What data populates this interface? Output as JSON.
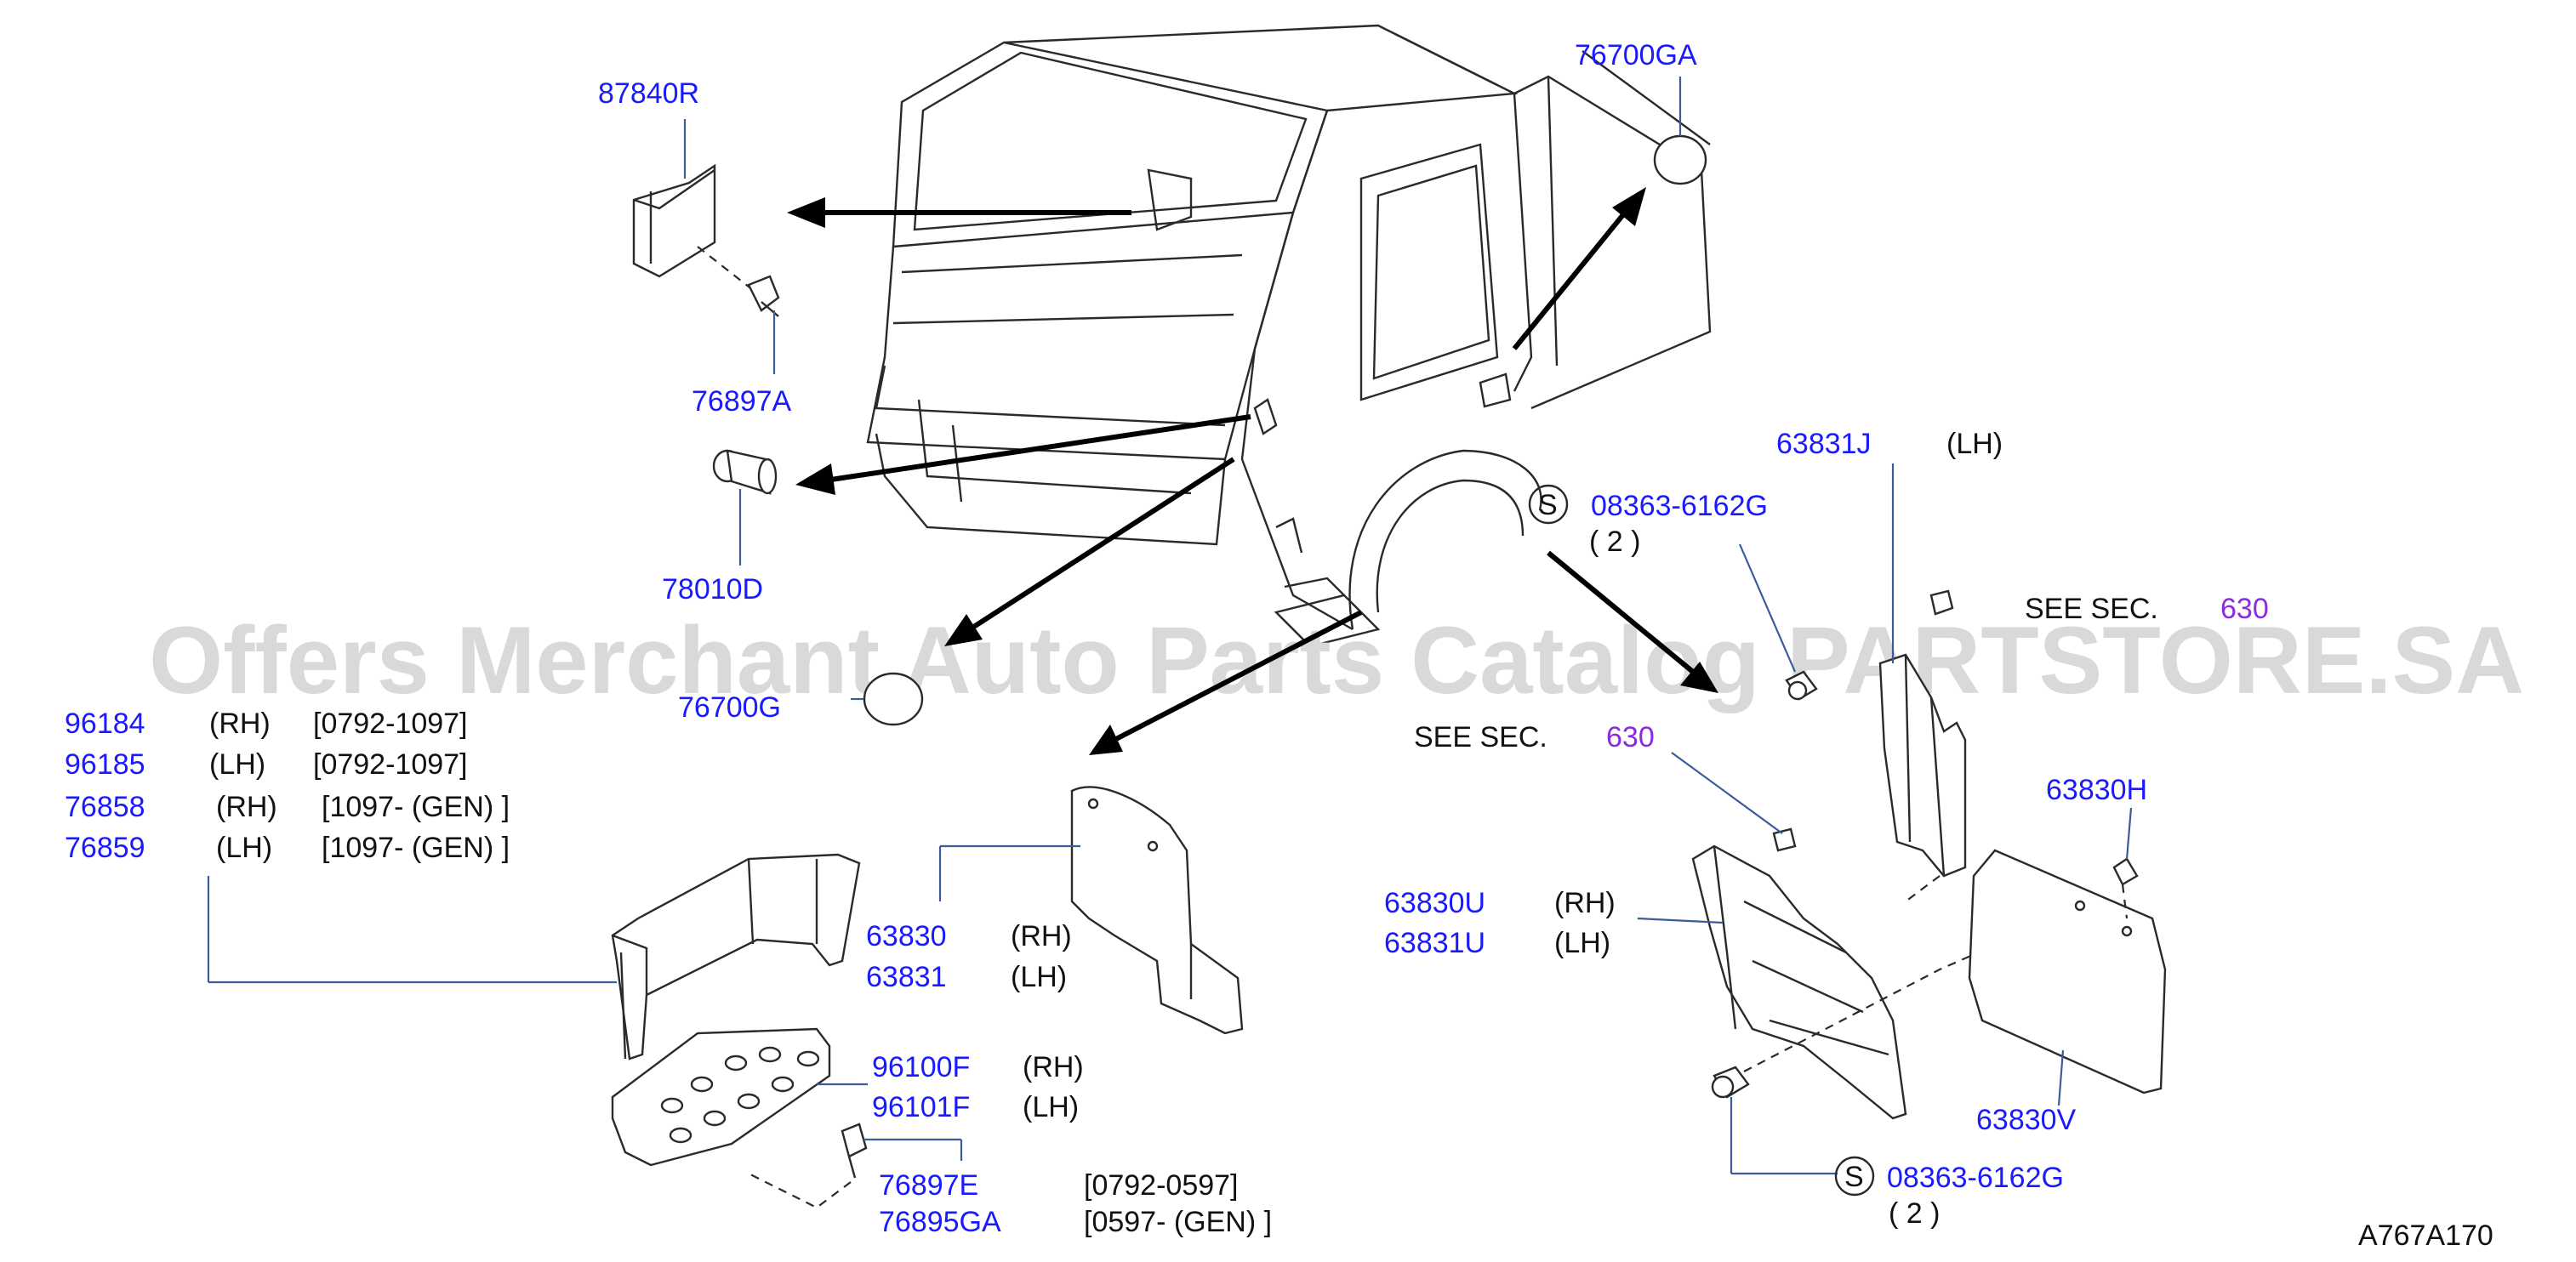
{
  "watermark": "Offers Merchant Auto Parts Catalog PARTSTORE.SA",
  "diagram_code": "A767A170",
  "labels": {
    "p87840R": "87840R",
    "p76897A": "76897A",
    "p78010D": "78010D",
    "p76700G": "76700G",
    "p76700GA": "76700GA",
    "s_symbol_1": "S",
    "s_symbol_2": "S",
    "bolt_top": "08363-6162G",
    "bolt_top_qty": "( 2 )",
    "bolt_bottom": "08363-6162G",
    "bolt_bottom_qty": "( 2 )",
    "p63831J": "63831J",
    "p63831J_side": "(LH)",
    "see_sec_1": "SEE   SEC.",
    "see_sec_1_num": "630",
    "see_sec_2": "SEE   SEC.",
    "see_sec_2_num": "630",
    "p63830H": "63830H",
    "p63830U": "63830U",
    "p63830U_side": "(RH)",
    "p63831U": "63831U",
    "p63831U_side": "(LH)",
    "p63830V": "63830V",
    "p63830": "63830",
    "p63830_side": "(RH)",
    "p63831": "63831",
    "p63831_side": "(LH)",
    "p96184": "96184",
    "p96184_side": "(RH)",
    "p96184_range": "[0792-1097]",
    "p96185": "96185",
    "p96185_side": "(LH)",
    "p96185_range": "[0792-1097]",
    "p76858": "76858",
    "p76858_side": "(RH)",
    "p76858_range": "[1097-   (GEN)   ]",
    "p76859": "76859",
    "p76859_side": "(LH)",
    "p76859_range": "[1097-   (GEN)   ]",
    "p96100F": "96100F",
    "p96100F_side": "(RH)",
    "p96101F": "96101F",
    "p96101F_side": "(LH)",
    "p76897E": "76897E",
    "p76897E_range": "[0792-0597]",
    "p76895GA": "76895GA",
    "p76895GA_range": "[0597-   (GEN)   ]"
  },
  "colors": {
    "part_number": "#1a1aff",
    "section_ref": "#8a2be2",
    "text": "#111111",
    "leader": "#3b5b9a",
    "watermark": "#d9d9d9"
  }
}
